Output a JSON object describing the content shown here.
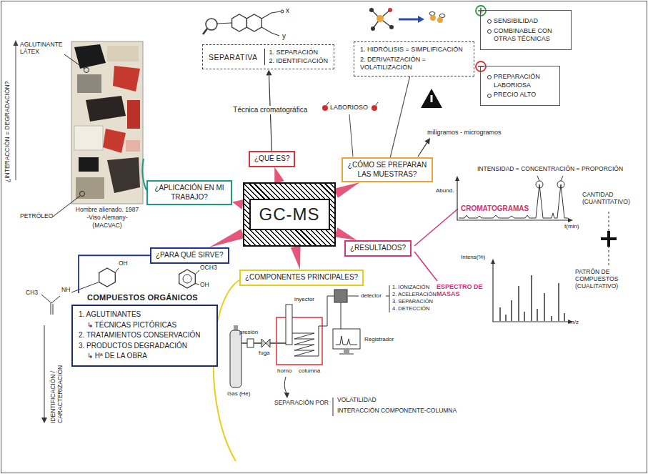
{
  "diagram": {
    "nodes": [
      {
        "text": [
          "SEPARATIVA",
          "1. SEPARACIÓN",
          "2. IDENTIFICACIÓN"
        ]
      },
      {
        "text": [
          "1. HIDRÓLISIS = SIMPLIFICACIÓN",
          "2. DERIVATIZACIÓN = VOLATILIZACIÓN"
        ]
      },
      {
        "text": [
          "SENSIBILIDAD",
          "COMBINABLE CON OTRAS TÉCNICAS"
        ]
      },
      {
        "text": [
          "PREPARACIÓN LABORIOSA",
          "PRECIO ALTO"
        ]
      },
      {
        "text": [
          "¿QUÉ ES?"
        ]
      },
      {
        "text": [
          "¿CÓMO SE PREPARAN LAS MUESTRAS?"
        ]
      },
      {
        "text": [
          "¿APLICACIÓN EN MI TRABAJO?"
        ]
      },
      {
        "text": [
          "GC-MS"
        ]
      },
      {
        "text": [
          "¿RESULTADOS?"
        ]
      },
      {
        "text": [
          "¿PARA QUÉ SIRVE?"
        ]
      },
      {
        "text": [
          "¿COMPONENTES PRINCIPALES?"
        ]
      },
      {
        "text": [
          "COMPUESTOS ORGÁNICOS",
          "1. AGLUTINANTES",
          "↳ TÉCNICAS PICTÓRICAS",
          "2. TRATAMIENTOS CONSERVACIÓN",
          "3. PRODUCTOS DEGRADACIÓN",
          "↳ Hª DE LA OBRA"
        ]
      }
    ],
    "edges": [
      {
        "from": 7,
        "to": 4,
        "arrow": "none"
      },
      {
        "from": 7,
        "to": 5,
        "arrow": "none"
      },
      {
        "from": 7,
        "to": 6,
        "arrow": "none"
      },
      {
        "from": 7,
        "to": 8,
        "arrow": "none"
      },
      {
        "from": 7,
        "to": 9,
        "arrow": "none"
      },
      {
        "from": 7,
        "to": 10,
        "arrow": "none"
      },
      {
        "from": 4,
        "to": 0,
        "label": "Técnica cromatográfica",
        "arrow": "to"
      },
      {
        "from": 5,
        "to": 1,
        "arrow": "none"
      },
      {
        "from": 9,
        "to": 11,
        "arrow": "none"
      }
    ],
    "labels": [
      "x",
      "y",
      "LABORIOSO",
      "miligramos - microgramos",
      "AGLUTINANTE LÁTEX",
      "PETRÓLEO",
      "¿INTERACCIÓN = DEGRADACIÓN?",
      "Hombre alienado. 1987",
      "-Viso Alemany-",
      "(MACVAC)",
      "INTENSIDAD = CONCENTRACIÓN = PROPORCIÓN",
      "Abund.",
      "CROMATOGRAMAS",
      "t(min)",
      "CANTIDAD (CUANTITATIVO)",
      "Intens(%)",
      "ESPECTRO DE MASAS",
      "m/z",
      "PATRÓN DE COMPUESTOS (CUALITATIVO)",
      "1. IONIZACIÓN",
      "2. ACELERACIÓN",
      "3. SEPARACIÓN",
      "4. DETECCIÓN",
      "detector",
      "inyector",
      "presión",
      "fuga",
      "horno",
      "columna",
      "Registrador",
      "Gas (He)",
      "SEPARACIÓN POR",
      "VOLATILIDAD",
      "INTERACCIÓN COMPONENTE-COLUMNA",
      "OH",
      "CH3",
      "NH",
      "OCH3",
      "OH",
      "IDENTIFICACIÓN / CARACTERIZACIÓN"
    ]
  }
}
